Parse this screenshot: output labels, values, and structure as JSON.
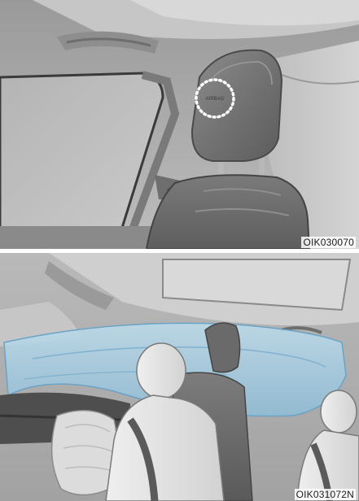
{
  "figures": [
    {
      "id": "top",
      "caption": "OIK030070",
      "headrest_label": "AIRBAG"
    },
    {
      "id": "bottom",
      "caption": "OIK031072N"
    }
  ],
  "colors": {
    "interior_gray": "#a9a9a9",
    "seat_gray": "#8a8a8a",
    "airbag_blue": "#9cc6e0",
    "dotted_marker": "#ffffff"
  },
  "icons": [
    "dotted-circle-marker"
  ]
}
